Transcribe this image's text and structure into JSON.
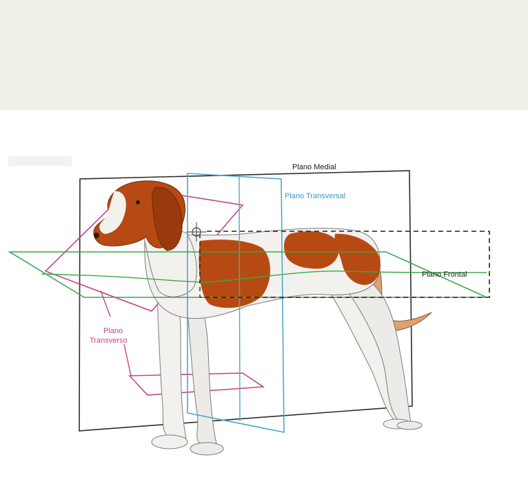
{
  "labels": {
    "medial": "Plano Medial",
    "transversal": "Plano Transversal",
    "frontal": "Plano Frontal",
    "transverso_line1": "Plano",
    "transverso_line2": "Transverso"
  },
  "colors": {
    "background_band": "#efeee7",
    "medial_plane": "#2b2b2b",
    "transversal_plane": "#4aa8c8",
    "frontal_plane": "#3aa84a",
    "transverso_plane": "#c0448e",
    "dog_white": "#f3f1ee",
    "dog_brown": "#b64a12"
  },
  "icons": {
    "pointer": "crosshair-cursor-icon"
  }
}
